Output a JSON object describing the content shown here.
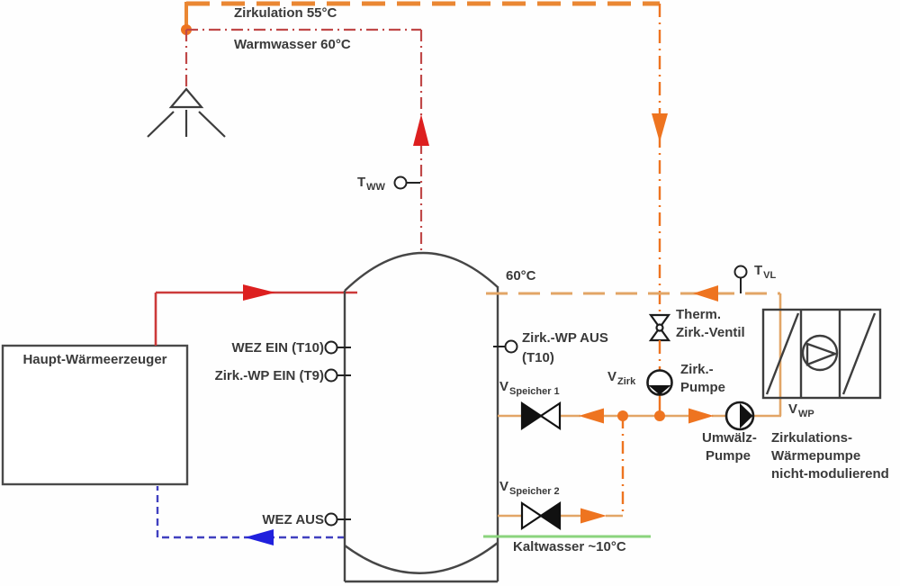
{
  "diagram": {
    "labels": {
      "zirkulation": "Zirkulation 55°C",
      "warmwasser": "Warmwasser 60°C",
      "t_ww": {
        "main": "T",
        "sub": "WW"
      },
      "tank_top_temp": "60°C",
      "wez_ein": "WEZ EIN (T10)",
      "zirk_wp_ein": "Zirk.-WP EIN (T9)",
      "zirk_wp_aus_1": "Zirk.-WP AUS",
      "zirk_wp_aus_2": "(T10)",
      "wez_aus": "WEZ AUS",
      "t_vl": {
        "main": "T",
        "sub": "VL"
      },
      "therm_ventil_1": "Therm.",
      "therm_ventil_2": "Zirk.-Ventil",
      "v_zirk": {
        "main": "V",
        "sub": "Zirk"
      },
      "zirk_pumpe_1": "Zirk.-",
      "zirk_pumpe_2": "Pumpe",
      "v_speicher_1": {
        "main": "V",
        "sub": "Speicher 1"
      },
      "v_speicher_2": {
        "main": "V",
        "sub": "Speicher 2"
      },
      "v_wp": {
        "main": "V",
        "sub": "WP"
      },
      "umwaelz_pumpe_1": "Umwälz-",
      "umwaelz_pumpe_2": "Pumpe",
      "heat_pump_1": "Zirkulations-",
      "heat_pump_2": "Wärmepumpe",
      "heat_pump_3": "nicht-modulierend",
      "kaltwasser": "Kaltwasser ~10°C",
      "haupt_waermeerzeuger": "Haupt-Wärmeerzeuger"
    },
    "colors": {
      "circulation_orange": "#ee7420",
      "circulation_orange_light": "#e2a566",
      "circulation_orange_dash": "#ea8733",
      "hot_water_red": "#c04848",
      "arrow_red": "#dd1f1f",
      "return_blue": "#4040c0",
      "arrow_blue": "#2020dd",
      "cold_water_green": "#8bd47d",
      "outline_dark": "#3d3d3d",
      "text": "#3a3a3a"
    }
  }
}
